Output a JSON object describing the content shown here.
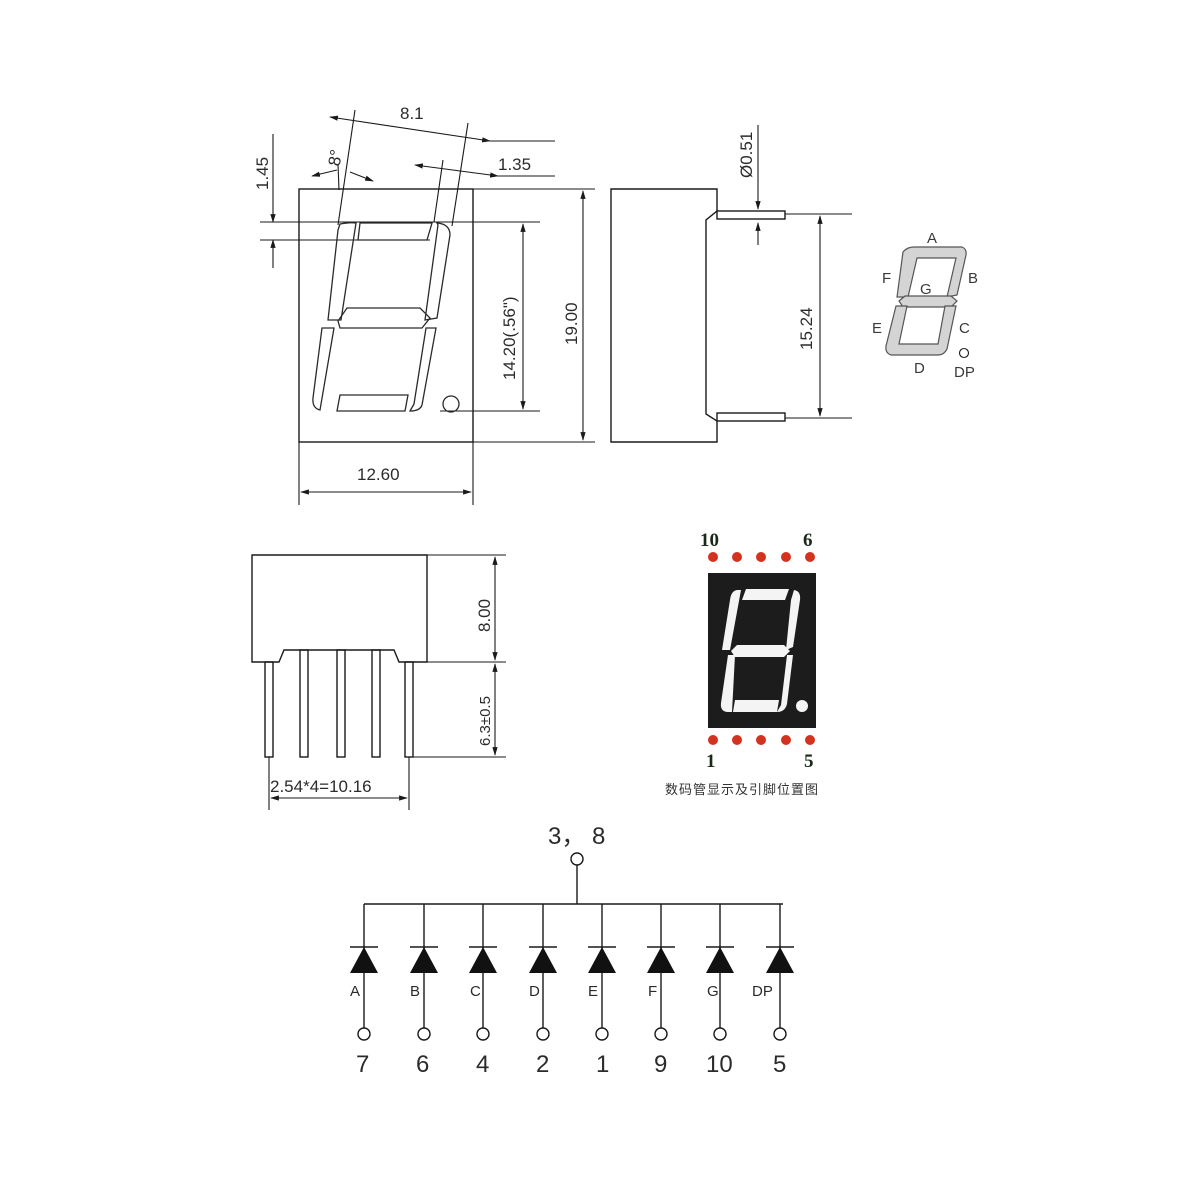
{
  "front_view": {
    "dim_digit_width": "8.1",
    "dim_slant_angle": "8°",
    "dim_segment_width": "1.35",
    "dim_top_offset": "1.45",
    "dim_digit_height": "14.20(.56\")",
    "dim_body_height": "19.00",
    "dim_body_width": "12.60"
  },
  "side_view": {
    "dim_pin_diameter": "Ø0.51",
    "dim_pin_row_spacing": "15.24"
  },
  "segment_map": {
    "labels": {
      "A": "A",
      "B": "B",
      "C": "C",
      "D": "D",
      "E": "E",
      "F": "F",
      "G": "G",
      "DP": "DP"
    }
  },
  "bottom_view": {
    "dim_body_depth": "8.00",
    "dim_pin_length": "6.3±0.5",
    "dim_pin_pitch": "2.54*4=10.16"
  },
  "pinout": {
    "top_left_pin": "10",
    "top_right_pin": "6",
    "bottom_left_pin": "1",
    "bottom_right_pin": "5",
    "pin_dot_color": "#d4321e",
    "body_color": "#1c1c1c",
    "caption": "数码管显示及引脚位置图"
  },
  "schematic": {
    "common_pin_label": "3， 8",
    "diodes": [
      {
        "segment": "A",
        "pin": "7"
      },
      {
        "segment": "B",
        "pin": "6"
      },
      {
        "segment": "C",
        "pin": "4"
      },
      {
        "segment": "D",
        "pin": "2"
      },
      {
        "segment": "E",
        "pin": "1"
      },
      {
        "segment": "F",
        "pin": "9"
      },
      {
        "segment": "G",
        "pin": "10"
      },
      {
        "segment": "DP",
        "pin": "5"
      }
    ]
  }
}
